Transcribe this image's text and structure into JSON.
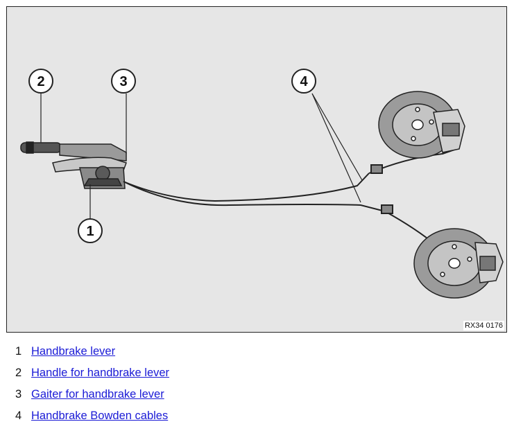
{
  "figure": {
    "code": "RX34 0176",
    "callouts": [
      {
        "id": "1",
        "label": "1"
      },
      {
        "id": "2",
        "label": "2"
      },
      {
        "id": "3",
        "label": "3"
      },
      {
        "id": "4",
        "label": "4"
      }
    ]
  },
  "legend": [
    {
      "number": "1",
      "text": "Handbrake lever"
    },
    {
      "number": "2",
      "text": "Handle for handbrake lever"
    },
    {
      "number": "3",
      "text": "Gaiter for handbrake lever"
    },
    {
      "number": "4",
      "text": "Handbrake Bowden cables"
    }
  ],
  "colors": {
    "link": "#1a1ad6",
    "figure_background": "#e6e6e6"
  }
}
